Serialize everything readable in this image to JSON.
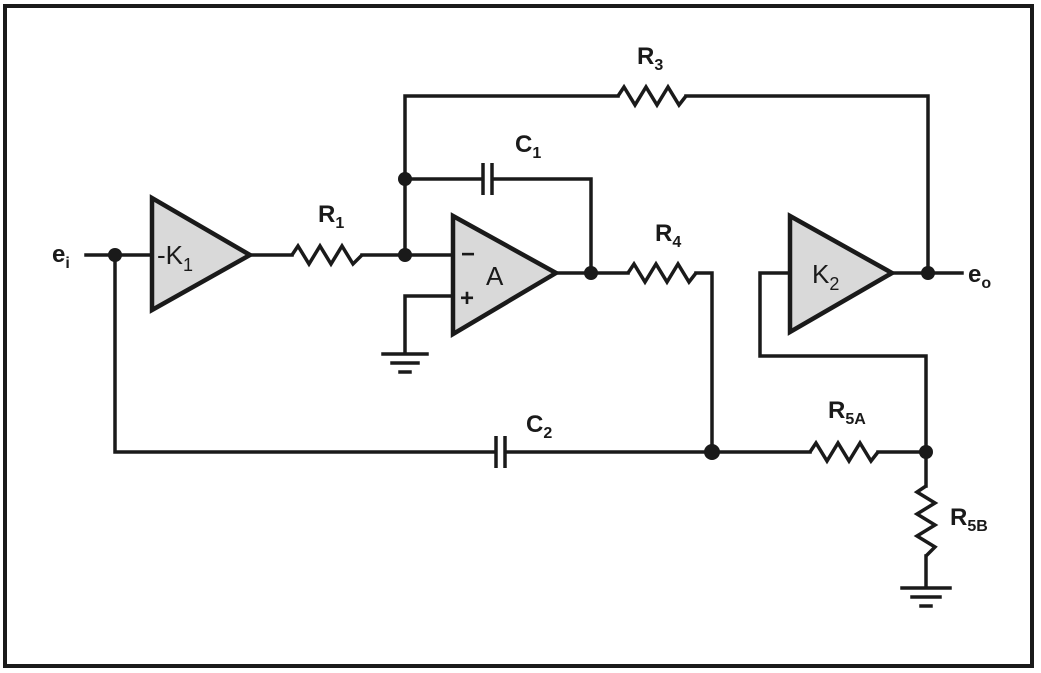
{
  "labels": {
    "input": "e",
    "input_sub": "i",
    "output": "e",
    "output_sub": "o",
    "k1_amp": "-K",
    "k1_amp_sub": "1",
    "k2_amp": "K",
    "k2_amp_sub": "2",
    "opamp": "A",
    "opamp_inverting": "−",
    "opamp_noninverting": "+",
    "r1": "R",
    "r1_sub": "1",
    "r3": "R",
    "r3_sub": "3",
    "r4": "R",
    "r4_sub": "4",
    "r5a": "R",
    "r5a_sub": "5A",
    "r5b": "R",
    "r5b_sub": "5B",
    "c1": "C",
    "c1_sub": "1",
    "c2": "C",
    "c2_sub": "2"
  },
  "colors": {
    "line": "#1a1a1a",
    "amp_fill": "#d9d9d9",
    "background": "#ffffff"
  }
}
